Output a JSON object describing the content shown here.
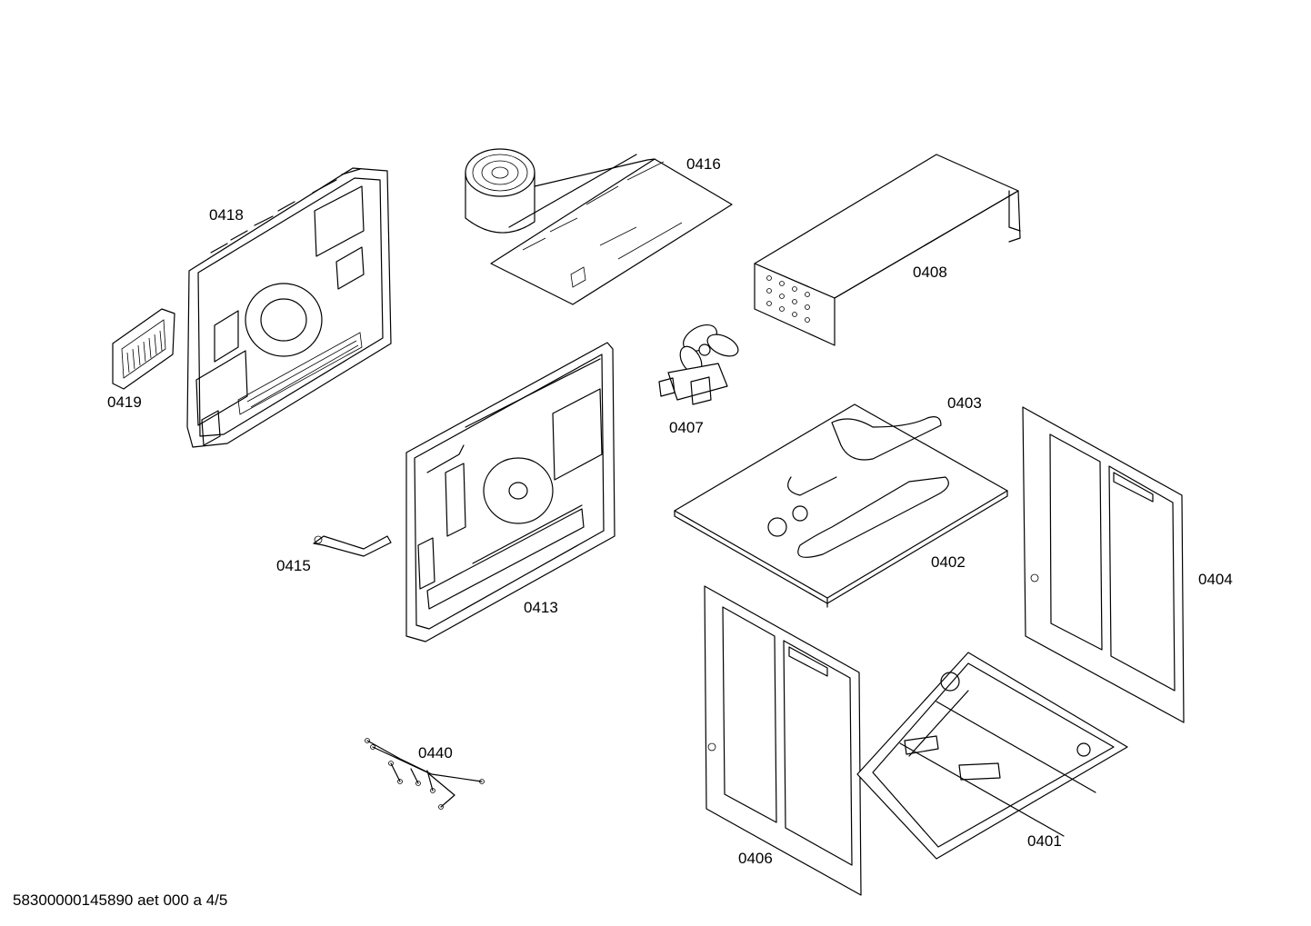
{
  "diagram": {
    "parts": [
      {
        "id": "0418",
        "label": "0418"
      },
      {
        "id": "0416",
        "label": "0416"
      },
      {
        "id": "0408",
        "label": "0408"
      },
      {
        "id": "0419",
        "label": "0419"
      },
      {
        "id": "0407",
        "label": "0407"
      },
      {
        "id": "0403",
        "label": "0403"
      },
      {
        "id": "0415",
        "label": "0415"
      },
      {
        "id": "0413",
        "label": "0413"
      },
      {
        "id": "0402",
        "label": "0402"
      },
      {
        "id": "0404",
        "label": "0404"
      },
      {
        "id": "0440",
        "label": "0440"
      },
      {
        "id": "0401",
        "label": "0401"
      },
      {
        "id": "0406",
        "label": "0406"
      }
    ],
    "footer": "58300000145890 aet 000 a 4/5"
  }
}
